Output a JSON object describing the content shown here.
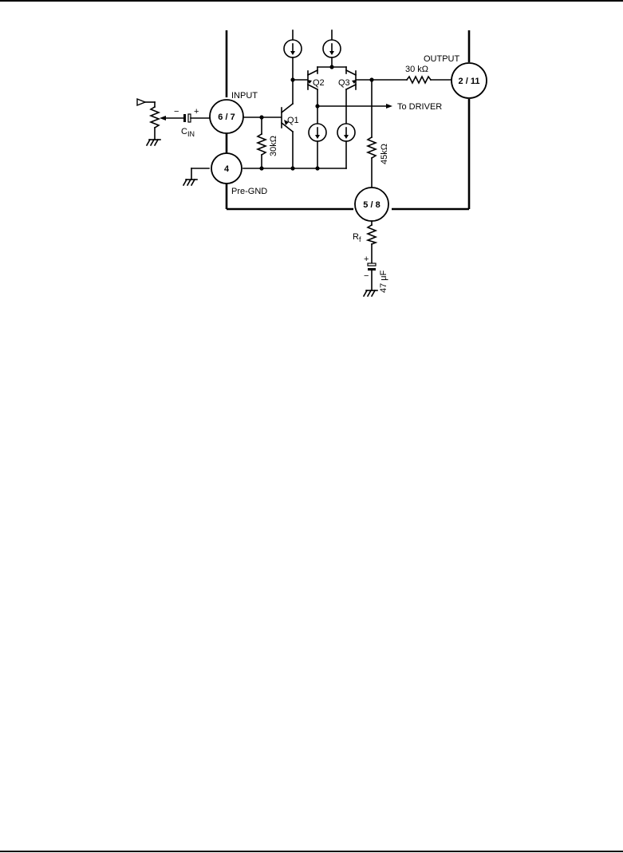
{
  "labels": {
    "input": "INPUT",
    "output": "OUTPUT",
    "to_driver": "To DRIVER",
    "pre_gnd": "Pre-GND",
    "cin": "C",
    "cin_sub": "IN",
    "rf": "R",
    "rf_sub": "f",
    "r_output": "30 kΩ",
    "r_q1": "30kΩ",
    "r_feedback": "45kΩ",
    "c_feedback": "47 μF",
    "plus": "+",
    "minus": "−"
  },
  "transistors": {
    "q1": "Q1",
    "q2": "Q2",
    "q3": "Q3"
  },
  "pins": {
    "input": "6 / 7",
    "pre_gnd": "4",
    "output": "2 / 11",
    "feedback": "5 / 8"
  }
}
